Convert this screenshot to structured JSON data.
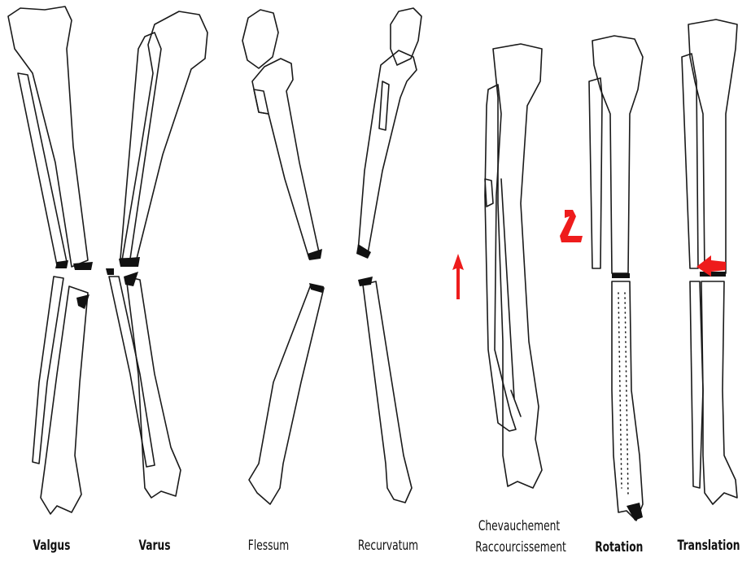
{
  "labels": {
    "valgus": "Valgus",
    "varus": "Varus",
    "flessum": "Flessum",
    "recurvatum": "Recurvatum",
    "chevauchement": "Chevauchement",
    "raccourcissement": "Raccourcissement",
    "rotation": "Rotation",
    "translation": "Translation"
  },
  "colors": {
    "outline": "#1a1a1a",
    "fracture": "#111111",
    "arrow": "#ee1c1c",
    "background": "#ffffff"
  },
  "icons": [
    "up-arrow-icon",
    "rotation-arrow-icon",
    "left-arrow-icon"
  ]
}
